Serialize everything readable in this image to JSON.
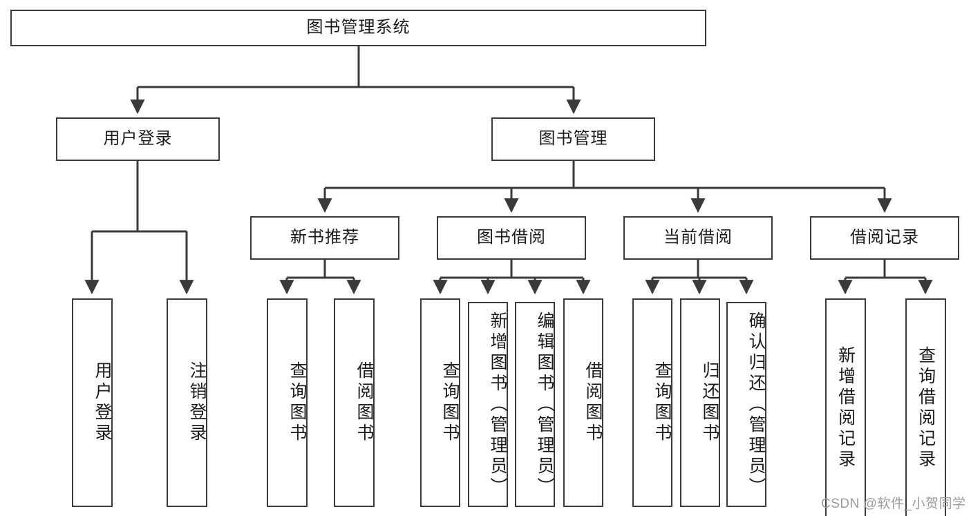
{
  "diagram": {
    "type": "tree-hierarchy",
    "title": "图书管理系统",
    "root": {
      "label": "图书管理系统"
    },
    "level2": [
      {
        "label": "用户登录"
      },
      {
        "label": "图书管理"
      }
    ],
    "level3": [
      {
        "label": "新书推荐"
      },
      {
        "label": "图书借阅"
      },
      {
        "label": "当前借阅"
      },
      {
        "label": "借阅记录"
      }
    ],
    "leaves": {
      "user_login": [
        {
          "label": "用户登录"
        },
        {
          "label": "注销登录"
        }
      ],
      "new_book_recommend": [
        {
          "label": "查询图书"
        },
        {
          "label": "借阅图书"
        }
      ],
      "book_borrow": [
        {
          "label": "查询图书"
        },
        {
          "label": "新增图书（管理员）"
        },
        {
          "label": "编辑图书（管理员）"
        },
        {
          "label": "借阅图书"
        }
      ],
      "current_borrow": [
        {
          "label": "查询图书"
        },
        {
          "label": "归还图书"
        },
        {
          "label": "确认归还（管理员）"
        }
      ],
      "borrow_records": [
        {
          "label": "新增借阅记录"
        },
        {
          "label": "查询借阅记录"
        }
      ]
    }
  },
  "watermark": {
    "text": "CSDN @软件_小贺同学"
  },
  "colors": {
    "stroke": "#3a3a3a",
    "text": "#1b1b1b",
    "background": "#ffffff",
    "watermark": "#9b9b9b"
  }
}
